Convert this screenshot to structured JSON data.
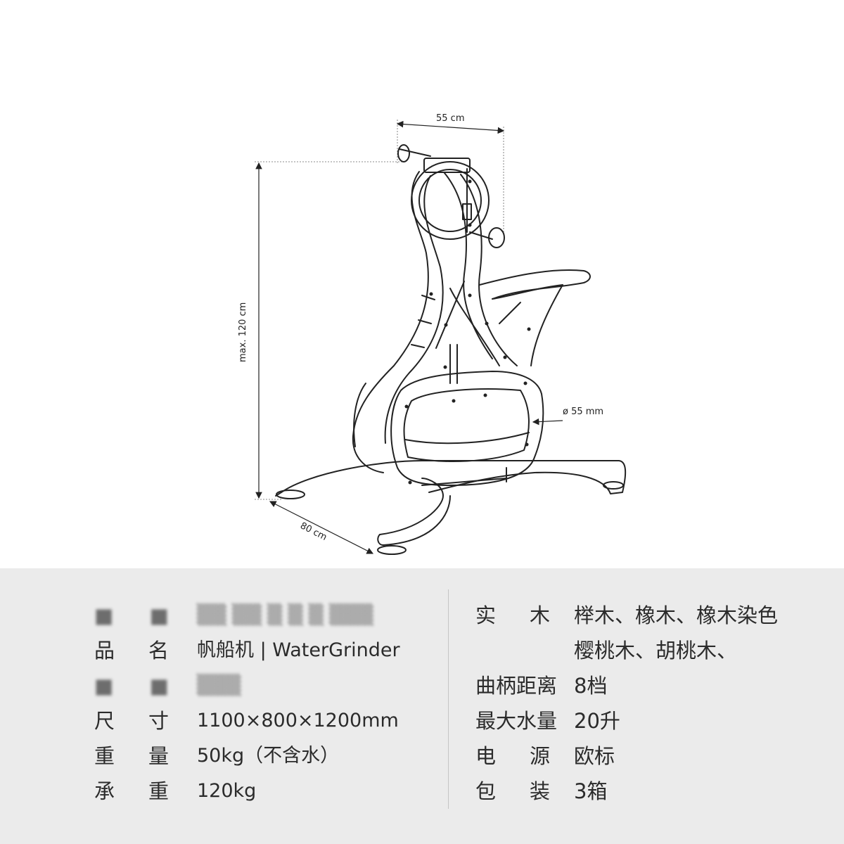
{
  "dimensions": {
    "width_label": "55 cm",
    "height_label": "max. 120 cm",
    "depth_label": "80 cm",
    "diameter_label": "ø 55 mm"
  },
  "specs_left": [
    {
      "label": "",
      "value": "",
      "obscured": true
    },
    {
      "label": "品名",
      "value": "帆船机 | WaterGrinder"
    },
    {
      "label": "",
      "value": "",
      "obscured": true
    },
    {
      "label": "尺寸",
      "value": "1100×800×1200mm"
    },
    {
      "label": "重量",
      "value": "50kg（不含水）"
    },
    {
      "label": "承重",
      "value": "120kg"
    }
  ],
  "specs_right": [
    {
      "label": "实木",
      "value": "榉木、橡木、橡木染色"
    },
    {
      "label": "",
      "value": "樱桃木、胡桃木、"
    },
    {
      "label": "曲柄距离",
      "value": "8档"
    },
    {
      "label": "最大水量",
      "value": "20升"
    },
    {
      "label": "电源",
      "value": "欧标"
    },
    {
      "label": "包装",
      "value": "3箱"
    }
  ],
  "colors": {
    "panel_bg": "#ebebeb",
    "line": "#222222",
    "text": "#2b2b2b"
  }
}
